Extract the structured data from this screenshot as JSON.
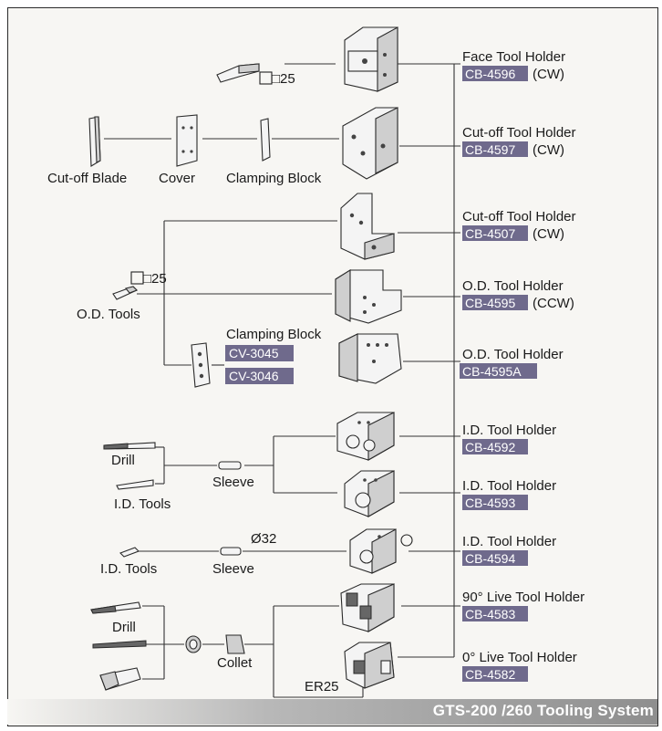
{
  "footer_title": "GTS-200 /260  Tooling System",
  "holders": [
    {
      "name": "Face Tool Holder",
      "code": "CB-4596",
      "rotation": "(CW)"
    },
    {
      "name": "Cut-off Tool Holder",
      "code": "CB-4597",
      "rotation": "(CW)"
    },
    {
      "name": "Cut-off Tool Holder",
      "code": "CB-4507",
      "rotation": "(CW)"
    },
    {
      "name": "O.D. Tool Holder",
      "code": "CB-4595",
      "rotation": "(CCW)"
    },
    {
      "name": "O.D. Tool Holder",
      "code": "CB-4595A",
      "rotation": ""
    },
    {
      "name": "I.D. Tool Holder",
      "code": "CB-4592",
      "rotation": ""
    },
    {
      "name": "I.D. Tool Holder",
      "code": "CB-4593",
      "rotation": ""
    },
    {
      "name": "I.D. Tool Holder",
      "code": "CB-4594",
      "rotation": ""
    },
    {
      "name": "90° Live Tool Holder",
      "code": "CB-4583",
      "rotation": ""
    },
    {
      "name": "0° Live Tool Holder",
      "code": "CB-4582",
      "rotation": ""
    }
  ],
  "components": {
    "square_25_a": "□25",
    "cutoff_blade": "Cut-off Blade",
    "cover": "Cover",
    "clamping_block_1": "Clamping Block",
    "square_25_b": "□25",
    "od_tools": "O.D. Tools",
    "clamping_block_2": "Clamping Block",
    "clamp_code_1": "CV-3045",
    "clamp_code_2": "CV-3046",
    "drill_1": "Drill",
    "id_tools_1": "I.D. Tools",
    "sleeve_1": "Sleeve",
    "diameter_32": "Ø32",
    "id_tools_2": "I.D. Tools",
    "sleeve_2": "Sleeve",
    "drill_2": "Drill",
    "collet": "Collet",
    "er25": "ER25"
  }
}
